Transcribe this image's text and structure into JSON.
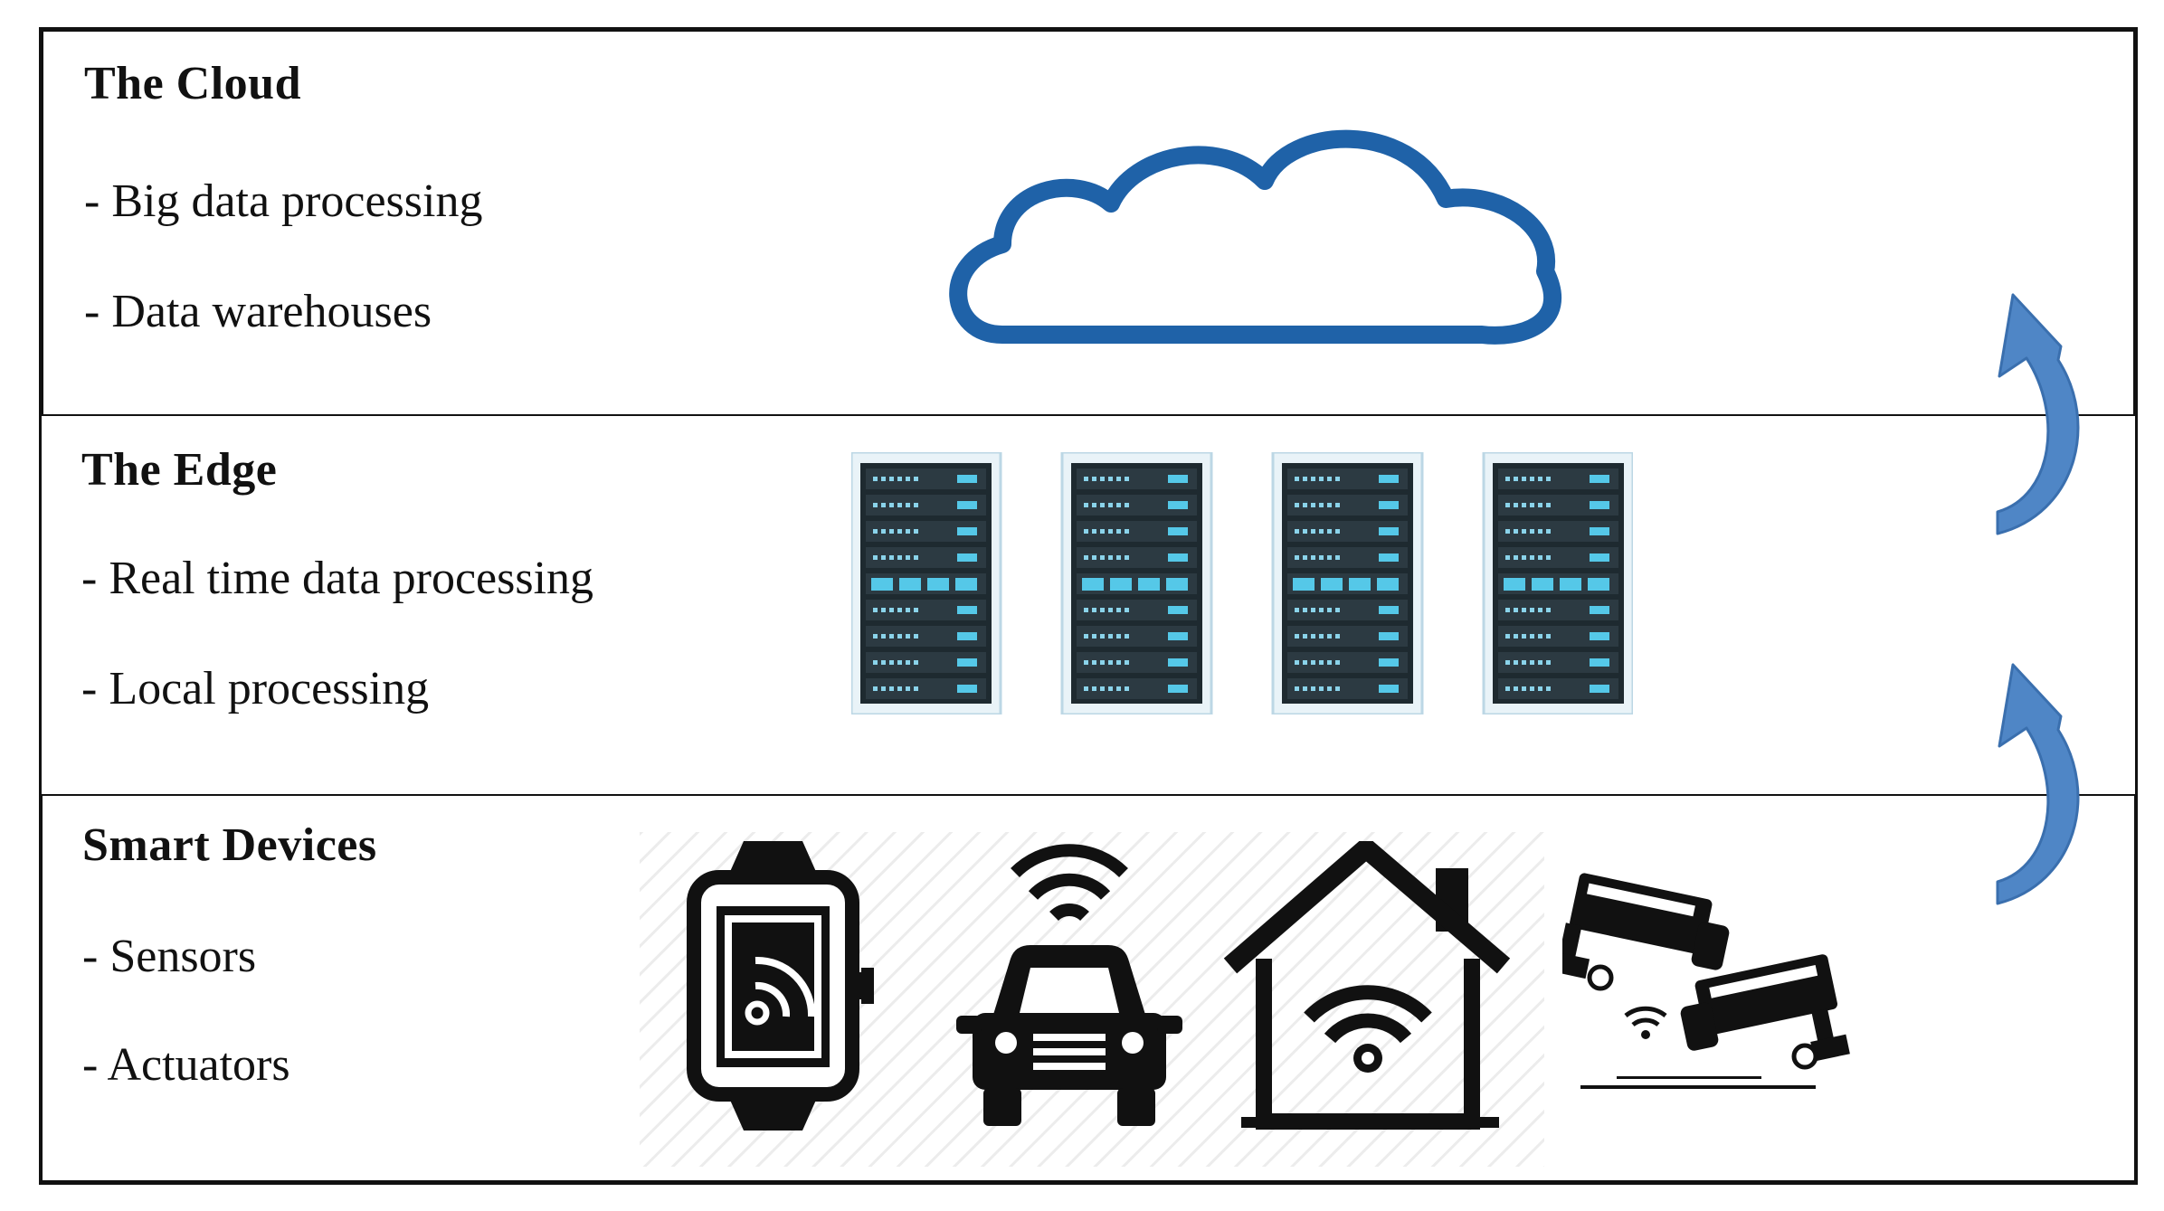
{
  "layers": {
    "cloud": {
      "title": "The Cloud",
      "items": [
        "- Big data processing",
        "- Data warehouses"
      ]
    },
    "edge": {
      "title": "The Edge",
      "items": [
        "- Real time data processing",
        "- Local processing"
      ]
    },
    "devices": {
      "title": "Smart Devices",
      "items": [
        "- Sensors",
        "- Actuators"
      ]
    }
  },
  "icons": [
    "cloud-icon",
    "server-rack-icon",
    "smartwatch-icon",
    "connected-car-icon",
    "smart-home-icon",
    "security-camera-icon",
    "curved-arrow-up-icon"
  ],
  "colors": {
    "cloud_blue": "#1f62a8",
    "arrow_blue": "#4f86c6",
    "server_dark": "#1e2a30",
    "server_accent": "#55c8e8"
  }
}
